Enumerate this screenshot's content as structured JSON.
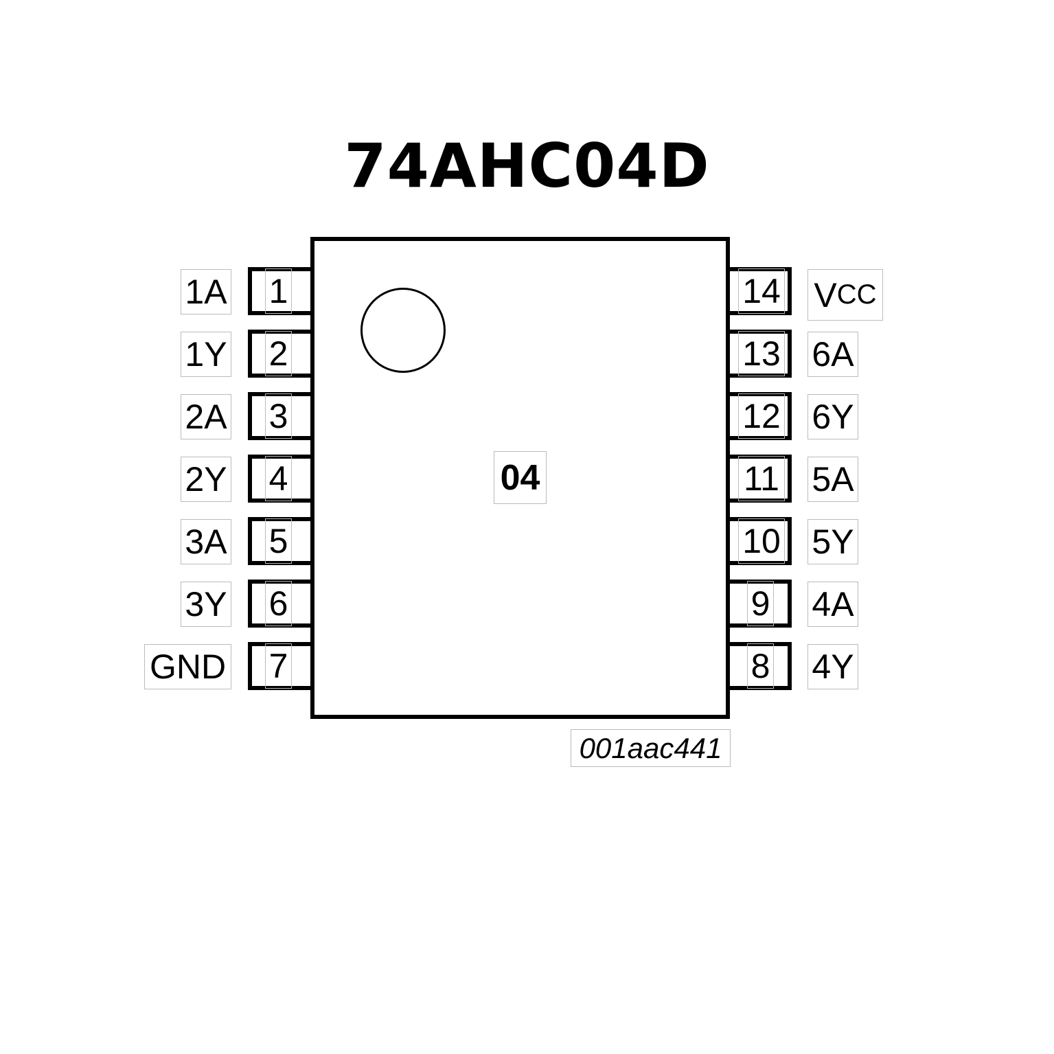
{
  "title": "74AHC04D",
  "package_marking": "04",
  "document_id": "001aac441",
  "left_pins": [
    {
      "number": "1",
      "name": "1A"
    },
    {
      "number": "2",
      "name": "1Y"
    },
    {
      "number": "3",
      "name": "2A"
    },
    {
      "number": "4",
      "name": "2Y"
    },
    {
      "number": "5",
      "name": "3A"
    },
    {
      "number": "6",
      "name": "3Y"
    },
    {
      "number": "7",
      "name": "GND"
    }
  ],
  "right_pins": [
    {
      "number": "14",
      "name": "V",
      "subscript": "CC"
    },
    {
      "number": "13",
      "name": "6A"
    },
    {
      "number": "12",
      "name": "6Y"
    },
    {
      "number": "11",
      "name": "5A"
    },
    {
      "number": "10",
      "name": "5Y"
    },
    {
      "number": "9",
      "name": "4A"
    },
    {
      "number": "8",
      "name": "4Y"
    }
  ]
}
